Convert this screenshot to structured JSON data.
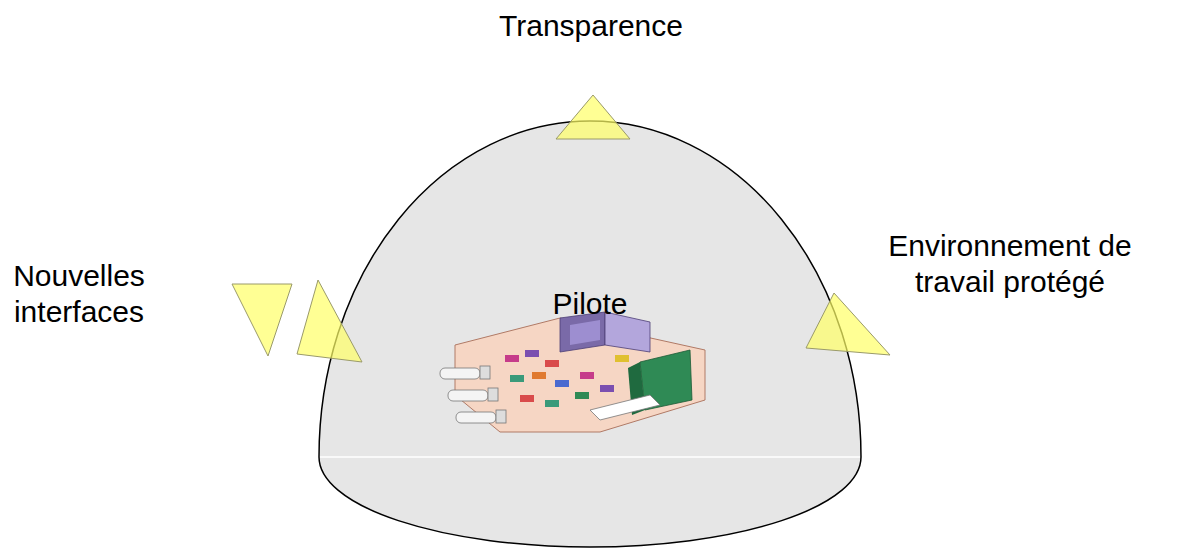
{
  "diagram": {
    "nodes": [
      {
        "text": [
          "Pilote"
        ]
      }
    ],
    "labels": [
      "Transparence",
      "Nouvelles interfaces",
      "Environnement de travail protégé"
    ]
  }
}
